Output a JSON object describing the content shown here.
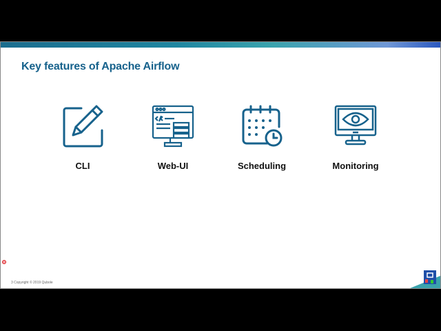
{
  "slide": {
    "title": "Key features of Apache Airflow",
    "features": [
      {
        "label": "CLI",
        "icon": "pencil-edit-icon"
      },
      {
        "label": "Web-UI",
        "icon": "web-code-monitor-icon"
      },
      {
        "label": "Scheduling",
        "icon": "calendar-clock-icon"
      },
      {
        "label": "Monitoring",
        "icon": "monitor-eye-icon"
      }
    ],
    "footer": "3   Copyright © 2019 Qubole",
    "accent_color": "#17628c"
  }
}
